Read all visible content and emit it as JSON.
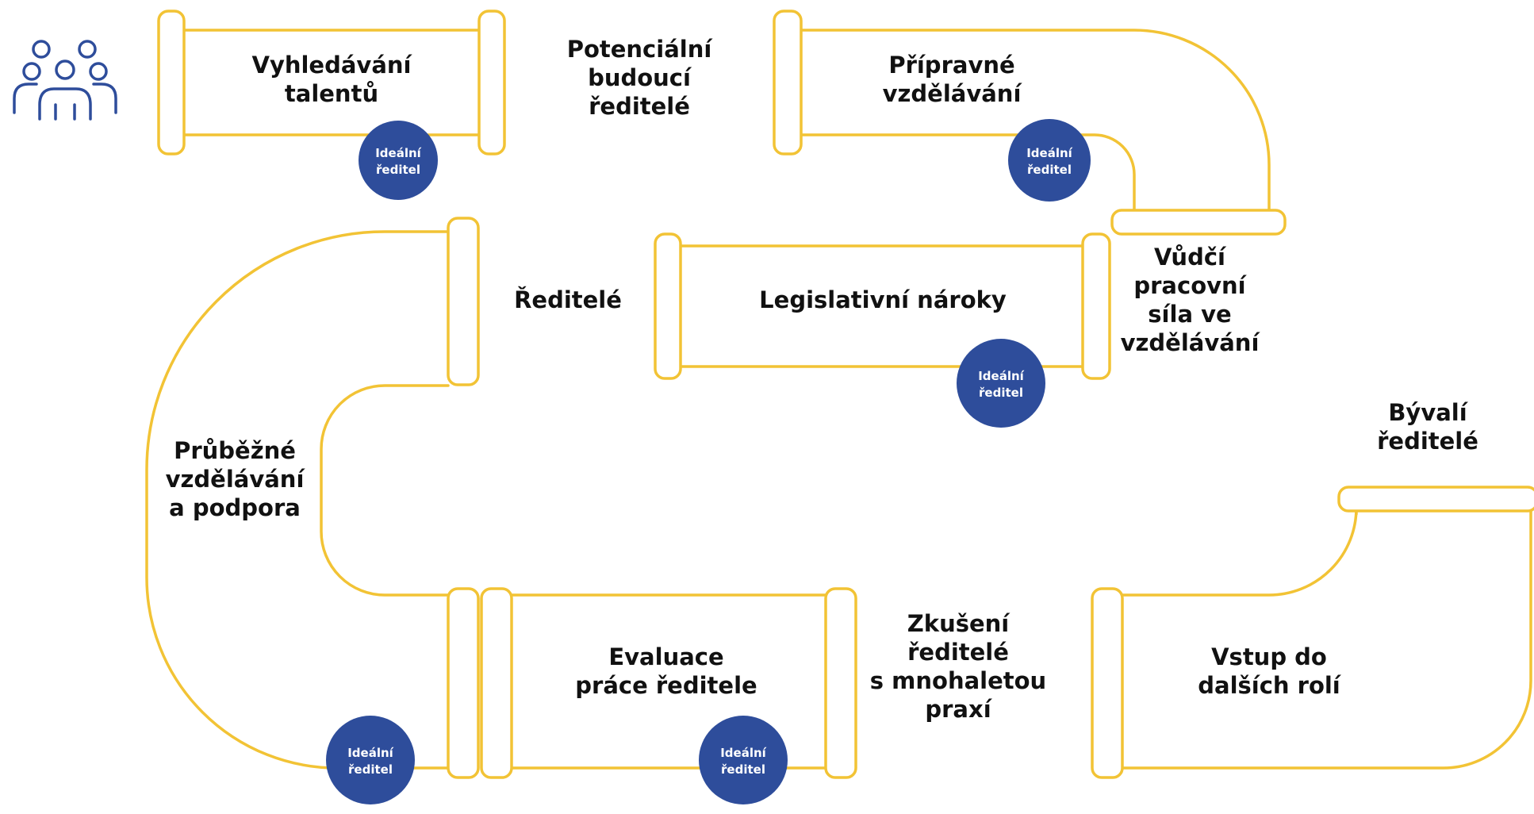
{
  "colors": {
    "pipe": "#f2c335",
    "badge": "#2e4d9b",
    "badge_text": "#ffffff",
    "text": "#111111",
    "icon": "#2e4d9b"
  },
  "icon": "people-group-icon",
  "stages": {
    "talent_search": [
      "Vyhledávání",
      "talentů"
    ],
    "preparatory_education": [
      "Přípravné",
      "vzdělávání"
    ],
    "legislative_requirements": [
      "Legislativní nároky"
    ],
    "continuous_education": [
      "Průběžné",
      "vzdělávání",
      "a podpora"
    ],
    "principal_evaluation": [
      "Evaluace",
      "práce ředitele"
    ],
    "entering_other_roles": [
      "Vstup do",
      "dalších rolí"
    ]
  },
  "groups": {
    "potential_future_principals": [
      "Potenciální",
      "budoucí",
      "ředitelé"
    ],
    "principals": [
      "Ředitelé"
    ],
    "leading_workforce": [
      "Vůdčí",
      "pracovní",
      "síla ve",
      "vzdělávání"
    ],
    "experienced_principals": [
      "Zkušení",
      "ředitelé",
      "s mnohaletou",
      "praxí"
    ],
    "former_principals": [
      "Bývalí",
      "ředitelé"
    ]
  },
  "badge_label": [
    "Ideální",
    "ředitel"
  ]
}
